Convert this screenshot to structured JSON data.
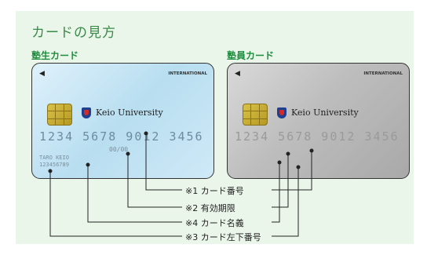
{
  "title": "カードの見方",
  "cards": {
    "student": {
      "label": "塾生カード",
      "international": "INTERNATIONAL",
      "brand": "Keio University",
      "number": "1234 5678 9012 3456",
      "expiry": "00/00",
      "holder_name": "TARO KEIO",
      "left_number": "123456789"
    },
    "staff": {
      "label": "塾員カード",
      "international": "INTERNATIONAL",
      "brand": "Keio University",
      "number": "1234 5678 9012 3456"
    }
  },
  "captions": [
    "※1 カード番号",
    "※2 有効期限",
    "※4 カード名義",
    "※3 カード左下番号"
  ]
}
